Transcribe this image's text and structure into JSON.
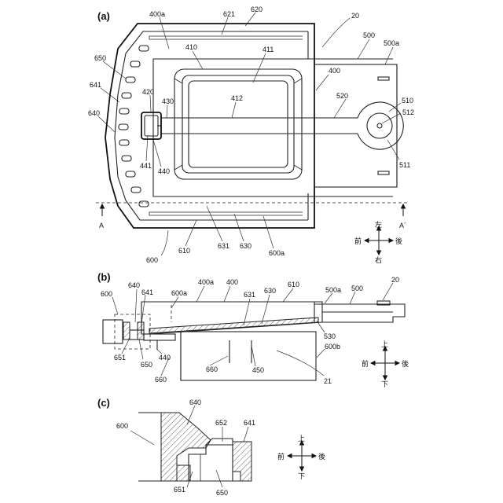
{
  "panels": [
    "(a)",
    "(b)",
    "(c)"
  ],
  "section_marks": [
    "A",
    "A´"
  ],
  "labels_a": [
    "400a",
    "621",
    "620",
    "20",
    "500",
    "500a",
    "410",
    "411",
    "400",
    "650",
    "641",
    "420",
    "430",
    "412",
    "520",
    "510",
    "512",
    "640",
    "441",
    "440",
    "511",
    "600",
    "610",
    "631",
    "630",
    "600a"
  ],
  "labels_b": [
    "400a",
    "400",
    "610",
    "500a",
    "500",
    "20",
    "600",
    "640",
    "641",
    "600a",
    "631",
    "630",
    "530",
    "651",
    "650",
    "440",
    "660",
    "450",
    "600b",
    "660",
    "21"
  ],
  "labels_c": [
    "640",
    "600",
    "652",
    "641",
    "651",
    "650"
  ],
  "compass_a": {
    "up": "左",
    "down": "右",
    "left": "前",
    "right": "後"
  },
  "compass_b": {
    "up": "上",
    "down": "下",
    "left": "前",
    "right": "後"
  },
  "compass_c": {
    "up": "上",
    "down": "下",
    "left": "前",
    "right": "後"
  }
}
